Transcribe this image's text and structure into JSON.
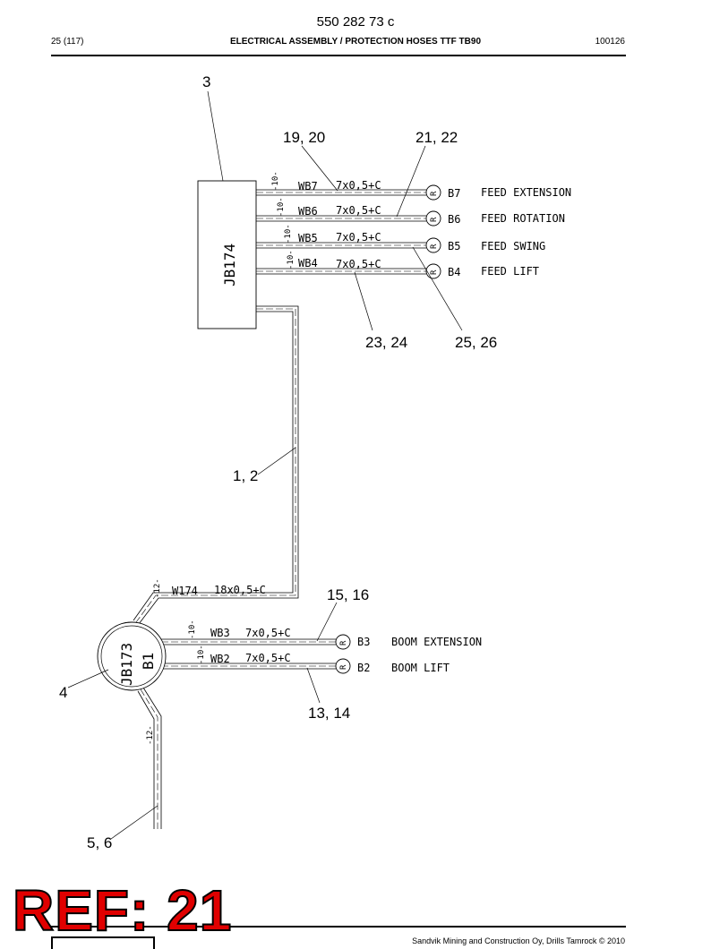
{
  "header": {
    "doc_number": "550 282 73 c",
    "page_ref": "25 (117)",
    "title": "ELECTRICAL ASSEMBLY / PROTECTION HOSES TTF TB90",
    "date_code": "100126"
  },
  "footer": {
    "copyright": "Sandvik Mining and Construction Oy, Drills Tamrock © 2010",
    "ref_stamp": "REF: 21"
  },
  "diagram": {
    "callouts": {
      "c3": "3",
      "c19_20": "19, 20",
      "c21_22": "21, 22",
      "c23_24": "23, 24",
      "c25_26": "25, 26",
      "c1_2": "1, 2",
      "c15_16": "15, 16",
      "c4": "4",
      "c13_14": "13, 14",
      "c5_6": "5, 6"
    },
    "junction_boxes": {
      "jb174": "JB174",
      "jb173": "JB173",
      "b1": "B1"
    },
    "feed_cables": [
      {
        "wire": "WB7",
        "spec": "7x0,5+C",
        "hose": "-10-",
        "sensor": "B7",
        "function": "FEED EXTENSION"
      },
      {
        "wire": "WB6",
        "spec": "7x0,5+C",
        "hose": "-10-",
        "sensor": "B6",
        "function": "FEED ROTATION"
      },
      {
        "wire": "WB5",
        "spec": "7x0,5+C",
        "hose": "-10-",
        "sensor": "B5",
        "function": "FEED SWING"
      },
      {
        "wire": "WB4",
        "spec": "7x0,5+C",
        "hose": "-10-",
        "sensor": "B4",
        "function": "FEED LIFT"
      }
    ],
    "boom_cables": [
      {
        "wire": "WB3",
        "spec": "7x0,5+C",
        "hose": "-10-",
        "sensor": "B3",
        "function": "BOOM EXTENSION"
      },
      {
        "wire": "WB2",
        "spec": "7x0,5+C",
        "hose": "-10-",
        "sensor": "B2",
        "function": "BOOM LIFT"
      }
    ],
    "main_cable": {
      "wire": "W174",
      "spec": "18x0,5+C",
      "hose": "-12-"
    },
    "lower_hose": "-12-",
    "resistor_symbol": "R"
  }
}
